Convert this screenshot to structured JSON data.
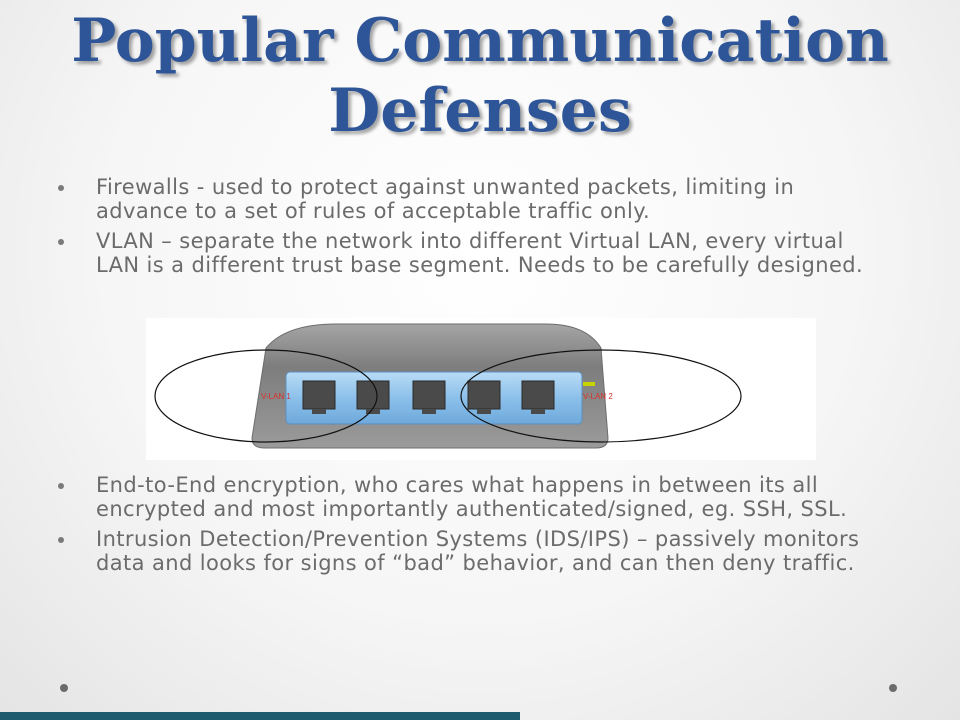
{
  "slide": {
    "title_line1": "Popular Communication",
    "title_line2": "Defenses",
    "bullets_top": [
      {
        "text": "Firewalls - used to protect against unwanted packets, limiting in advance to a set of rules of acceptable traffic only."
      },
      {
        "text": "VLAN – separate the network into different Virtual LAN, every virtual LAN is a different trust base segment. Needs to be carefully designed."
      }
    ],
    "bullets_bottom": [
      {
        "text": "End-to-End encryption, who cares what happens in between its all encrypted and most importantly authenticated/signed, eg. SSH, SSL."
      },
      {
        "text": "Intrusion Detection/Prevention Systems (IDS/IPS) – passively monitors data and looks for signs of “bad” behavior, and can then deny traffic."
      }
    ]
  },
  "diagram": {
    "vlan1_label": "V-LAN 1",
    "vlan2_label": "V-LAN 2",
    "colors": {
      "housing": "#8a8a8a",
      "port_panel": "#8fc1ea",
      "port": "#4a4a4a",
      "label": "#d9302a",
      "led": "#c8d400"
    }
  },
  "theme": {
    "title_color": "#2e5597",
    "body_text_color": "#6b6b6b",
    "accent_bar_color": "#1f5b6e"
  }
}
